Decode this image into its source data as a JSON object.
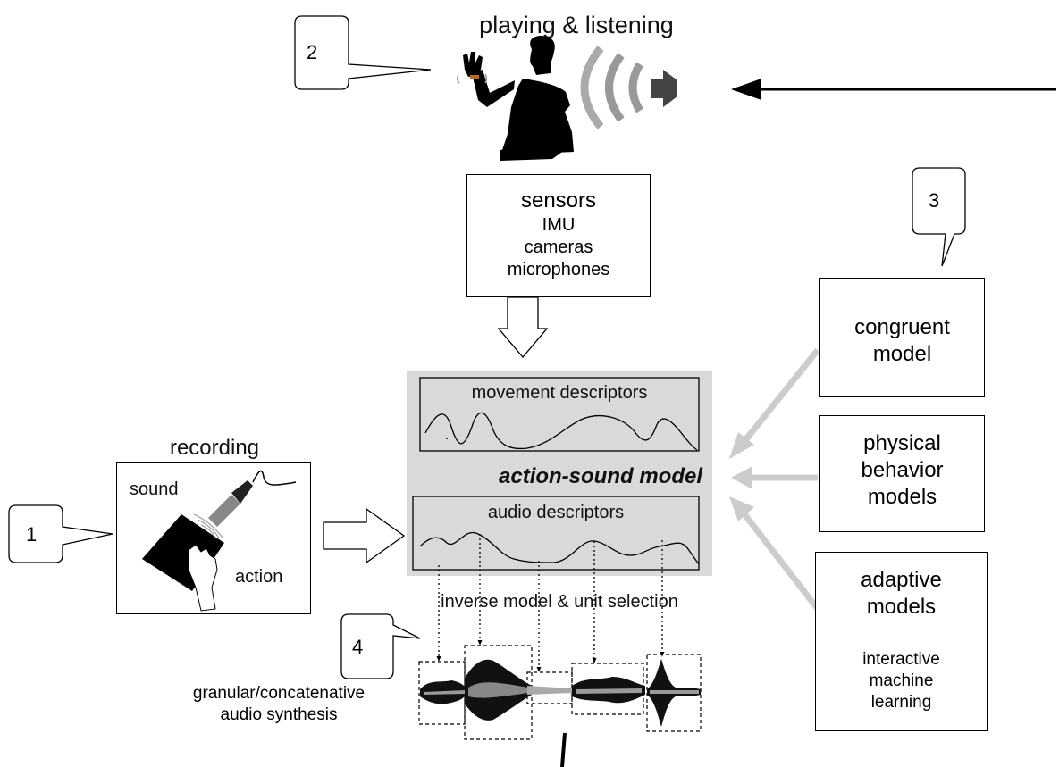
{
  "top": {
    "title": "playing & listening"
  },
  "sensors": {
    "title": "sensors",
    "items": [
      "IMU",
      "cameras",
      "microphones"
    ]
  },
  "model": {
    "title": "action-sound model",
    "movement_label": "movement descriptors",
    "audio_label": "audio descriptors",
    "inverse_label": "inverse model & unit selection"
  },
  "recording": {
    "title": "recording",
    "sound_label": "sound",
    "action_label": "action"
  },
  "synthesis": {
    "line1": "granular/concatenative",
    "line2": "audio synthesis"
  },
  "right_models": {
    "congruent": [
      "congruent",
      "model"
    ],
    "physical": [
      "physical",
      "behavior",
      "models"
    ],
    "adaptive": [
      "adaptive",
      "models"
    ],
    "adaptive_sub": [
      "interactive",
      "machine",
      "learning"
    ]
  },
  "callouts": {
    "c1": "1",
    "c2": "2",
    "c3": "3",
    "c4": "4"
  },
  "colors": {
    "panel": "#d9d9d9",
    "arrow_gray": "#cccccc",
    "stroke": "#000000"
  }
}
